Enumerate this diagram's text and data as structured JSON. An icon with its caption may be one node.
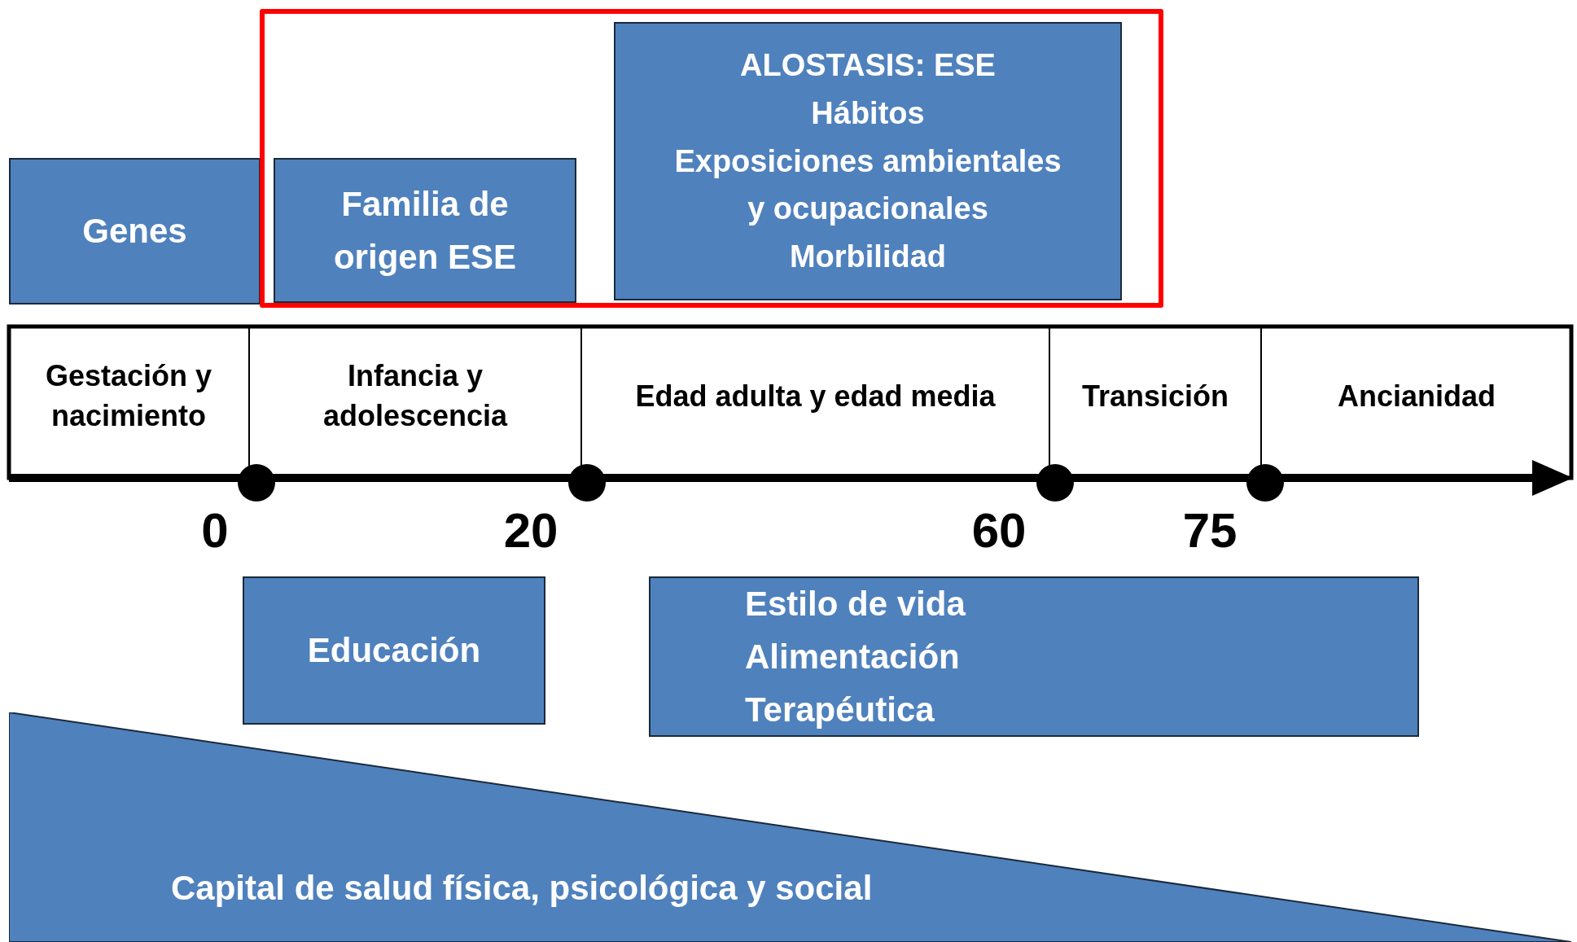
{
  "diagram": {
    "nodes": [
      {
        "text": [
          "Genes"
        ]
      },
      {
        "text": [],
        "shape": "box"
      },
      {
        "text": [
          "Familia de origen ESE"
        ],
        "in": 1
      },
      {
        "text": [
          "ALOSTASIS: ESE",
          "Hábitos",
          "Exposiciones ambientales y ocupacionales",
          "Morbilidad"
        ],
        "in": 1
      },
      {
        "text": [
          "Gestación y nacimiento"
        ]
      },
      {
        "text": [
          "Infancia y adolescencia"
        ]
      },
      {
        "text": [
          "Edad adulta y edad media"
        ]
      },
      {
        "text": [
          "Transición"
        ]
      },
      {
        "text": [
          "Ancianidad"
        ]
      },
      {
        "text": [
          "Educación"
        ]
      },
      {
        "text": [
          "Estilo de vida",
          "Alimentación",
          "Terapéutica"
        ]
      },
      {
        "text": [
          "Capital de salud física, psicológica y social"
        ]
      }
    ],
    "labels": [
      "0",
      "20",
      "60",
      "75"
    ]
  }
}
